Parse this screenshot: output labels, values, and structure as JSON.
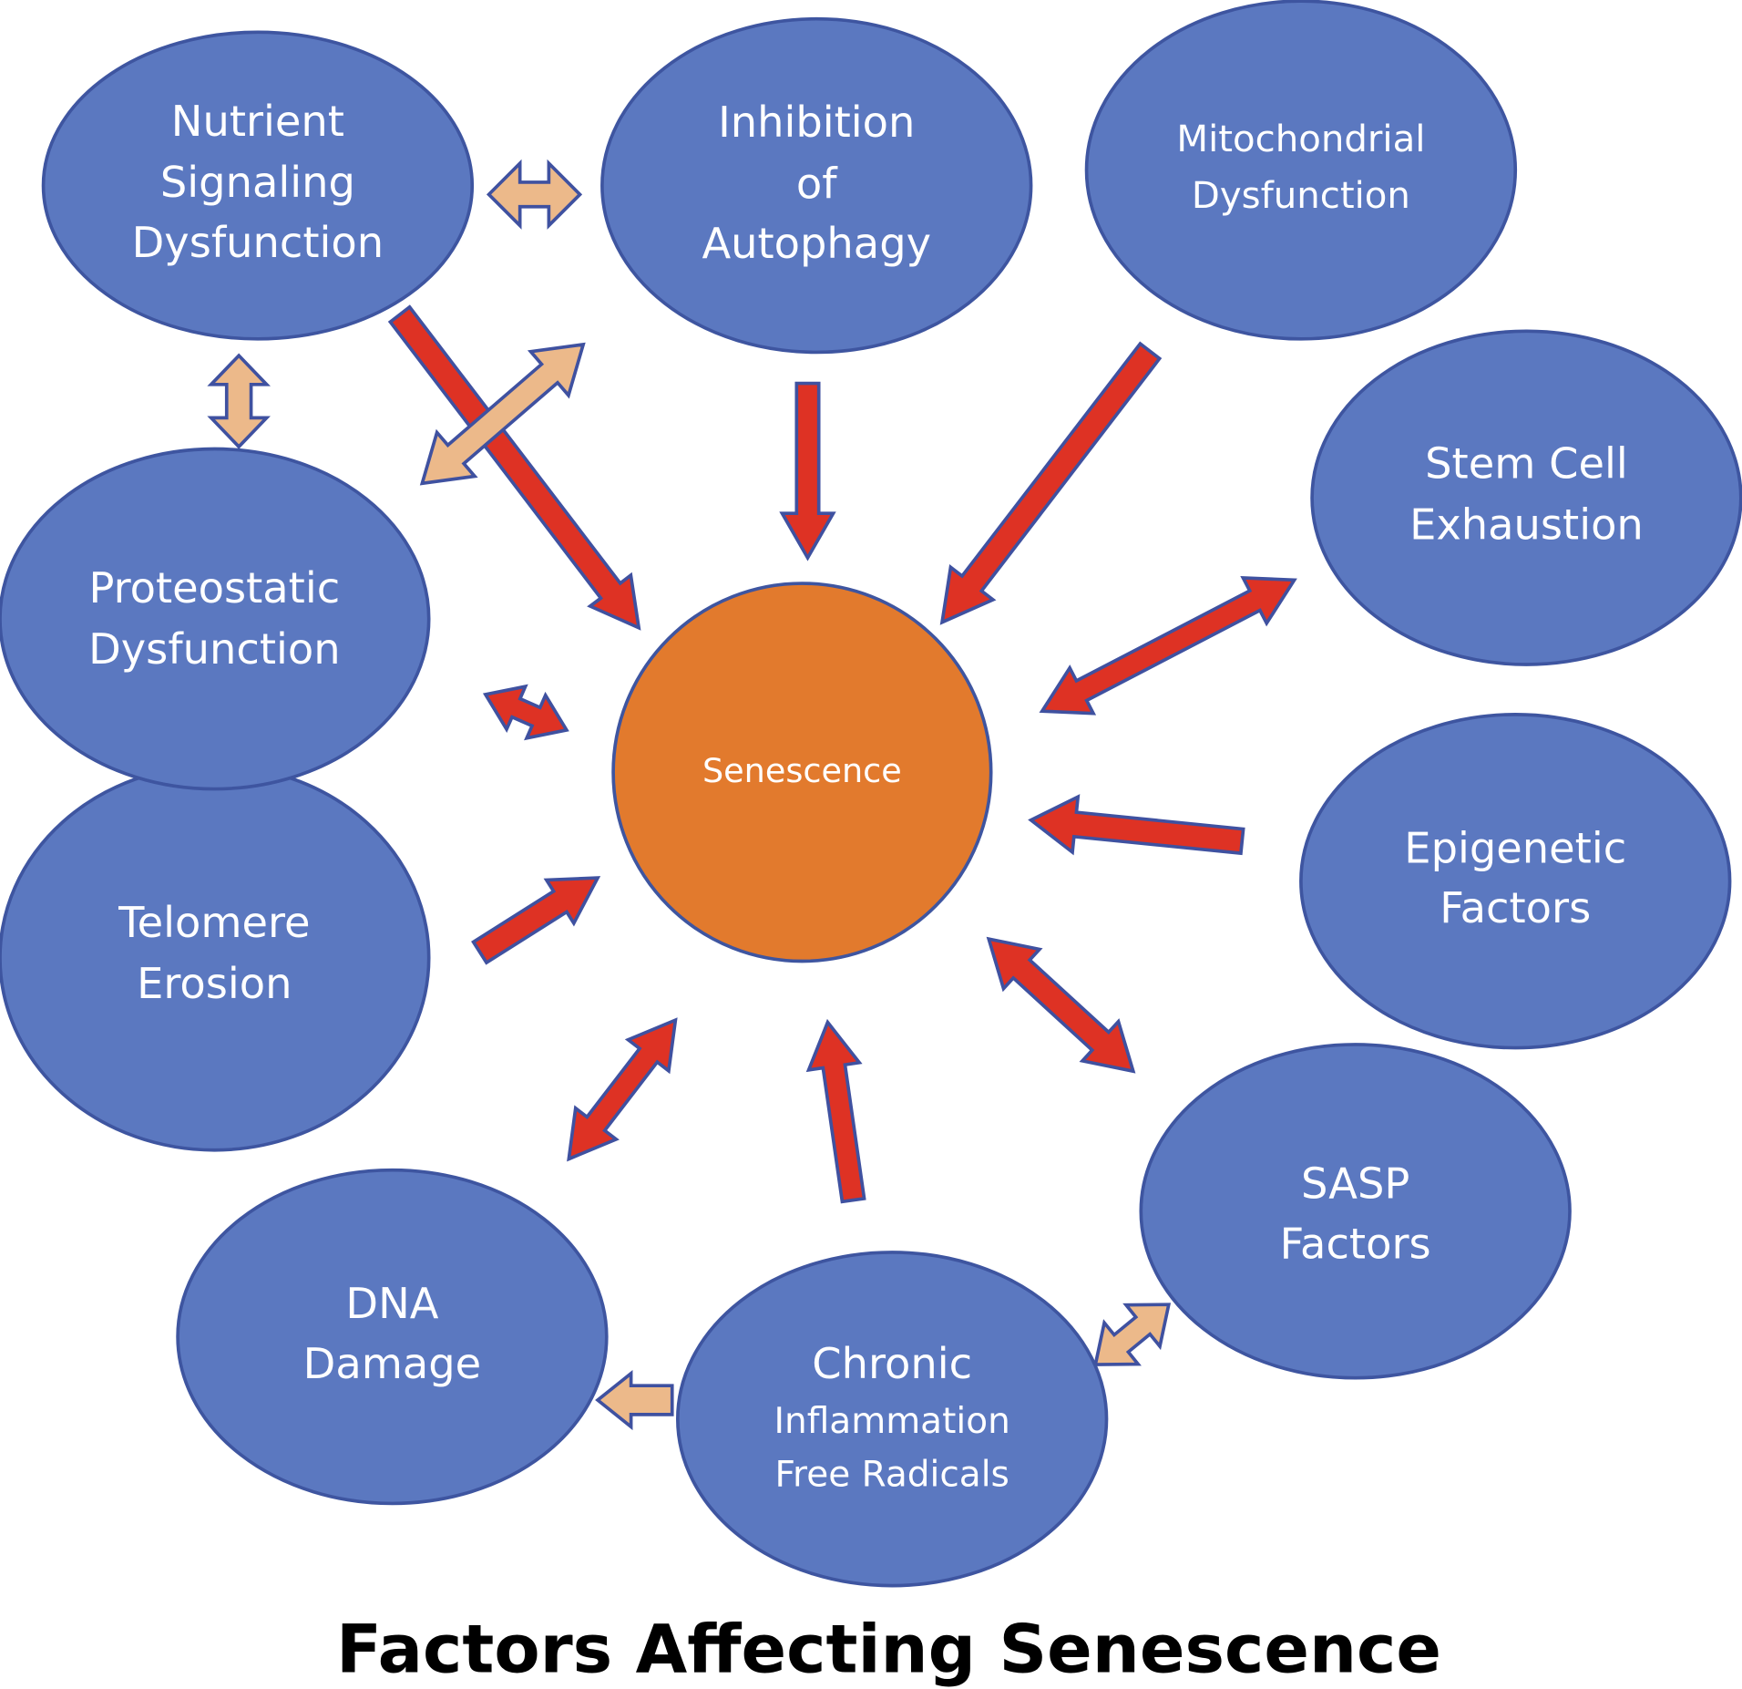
{
  "title": "Factors Affecting Senescence",
  "colors": {
    "node_fill": "#5b78c0",
    "node_stroke": "#3e55a0",
    "center_fill": "#e27a2d",
    "strong_arrow": "#de3224",
    "weak_arrow": "#ecb98a",
    "arrow_stroke": "#3f51a0",
    "text": "#ffffff",
    "title": "#000000"
  },
  "center": {
    "id": "senescence",
    "lines": [
      "Senescence"
    ]
  },
  "nodes": [
    {
      "id": "nutrient",
      "lines": [
        "Nutrient",
        "Signaling",
        "Dysfunction"
      ]
    },
    {
      "id": "autophagy",
      "lines": [
        "Inhibition",
        "of",
        "Autophagy"
      ]
    },
    {
      "id": "mitochondrial",
      "lines": [
        "Mitochondrial",
        "Dysfunction"
      ]
    },
    {
      "id": "stemcell",
      "lines": [
        "Stem Cell",
        "Exhaustion"
      ]
    },
    {
      "id": "epigenetic",
      "lines": [
        "Epigenetic",
        "Factors"
      ]
    },
    {
      "id": "sasp",
      "lines": [
        "SASP",
        "Factors"
      ]
    },
    {
      "id": "chronic",
      "lines": [
        "Chronic",
        "Inflammation",
        "Free Radicals"
      ]
    },
    {
      "id": "dna",
      "lines": [
        "DNA",
        "Damage"
      ]
    },
    {
      "id": "telomere",
      "lines": [
        "Telomere",
        "Erosion"
      ]
    },
    {
      "id": "proteostatic",
      "lines": [
        "Proteostatic",
        "Dysfunction"
      ]
    }
  ],
  "edges": [
    {
      "from": "nutrient",
      "to": "senescence",
      "kind": "strong",
      "direction": "forward"
    },
    {
      "from": "autophagy",
      "to": "senescence",
      "kind": "strong",
      "direction": "forward"
    },
    {
      "from": "mitochondrial",
      "to": "senescence",
      "kind": "strong",
      "direction": "forward"
    },
    {
      "from": "stemcell",
      "to": "senescence",
      "kind": "strong",
      "direction": "both"
    },
    {
      "from": "epigenetic",
      "to": "senescence",
      "kind": "strong",
      "direction": "forward"
    },
    {
      "from": "sasp",
      "to": "senescence",
      "kind": "strong",
      "direction": "both"
    },
    {
      "from": "chronic",
      "to": "senescence",
      "kind": "strong",
      "direction": "forward"
    },
    {
      "from": "dna",
      "to": "senescence",
      "kind": "strong",
      "direction": "both"
    },
    {
      "from": "telomere",
      "to": "senescence",
      "kind": "strong",
      "direction": "forward"
    },
    {
      "from": "proteostatic",
      "to": "senescence",
      "kind": "strong",
      "direction": "both"
    },
    {
      "from": "nutrient",
      "to": "autophagy",
      "kind": "weak",
      "direction": "both"
    },
    {
      "from": "nutrient",
      "to": "proteostatic",
      "kind": "weak",
      "direction": "both"
    },
    {
      "from": "proteostatic",
      "to": "autophagy",
      "kind": "weak",
      "direction": "both"
    },
    {
      "from": "chronic",
      "to": "sasp",
      "kind": "weak",
      "direction": "both"
    },
    {
      "from": "chronic",
      "to": "dna",
      "kind": "weak",
      "direction": "forward"
    }
  ]
}
